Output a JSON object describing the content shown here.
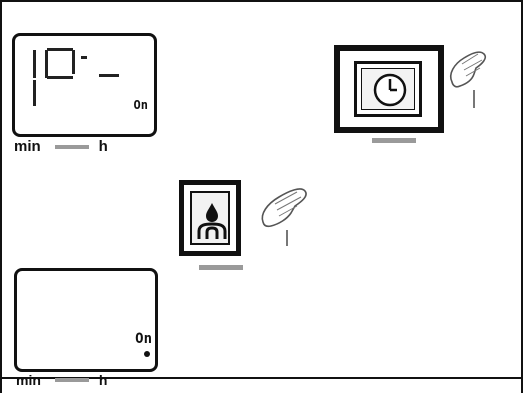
{
  "display_top": {
    "status": "On"
  },
  "range_top": {
    "min_label": "min",
    "max_label": "h"
  },
  "display_bottom": {
    "status": "On"
  },
  "range_bottom": {
    "min_label": "min",
    "max_label": "h"
  },
  "icons": {
    "timer_button": "clock-icon",
    "drain_button": "drain-icon",
    "press_hint": "hand-press-icon"
  },
  "colors": {
    "line": "#111111",
    "bar": "#9a9a9a"
  }
}
